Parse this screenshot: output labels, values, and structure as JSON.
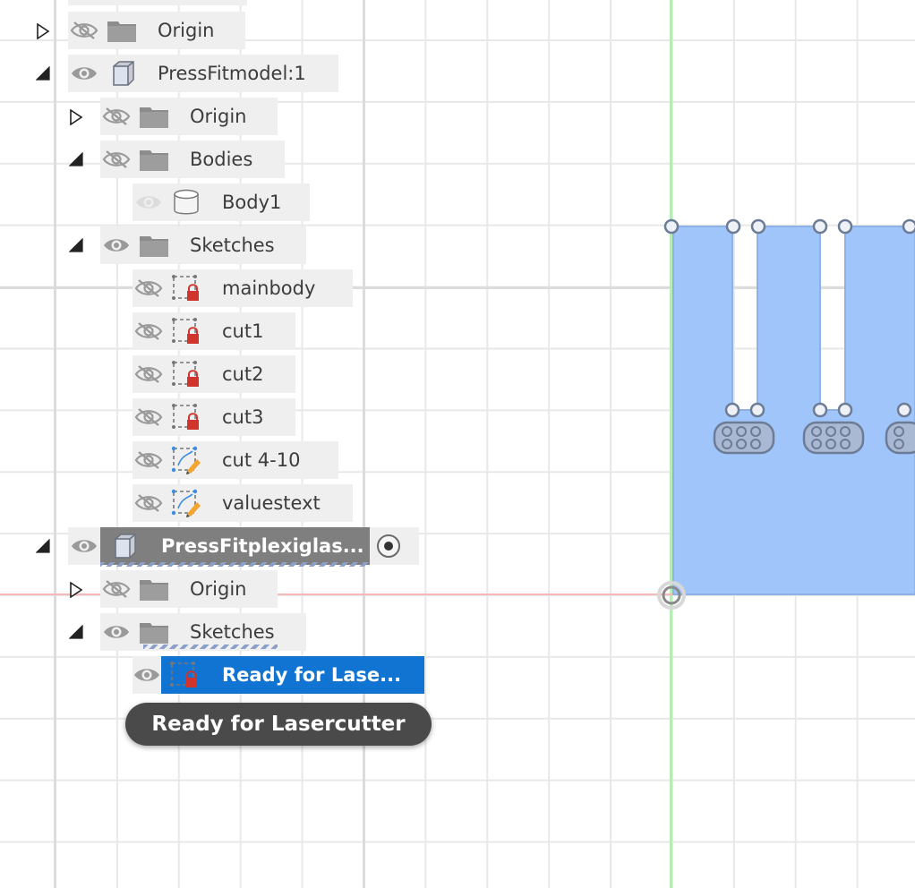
{
  "tree": {
    "items": [
      {
        "label": "Origin",
        "icon": "folder-icon",
        "eye": "eye-hidden-icon",
        "arrow": "expand-arrow-icon"
      },
      {
        "label": "PressFitmodel:1",
        "icon": "component-icon",
        "eye": "eye-visible-icon",
        "arrow": "collapse-arrow-icon"
      },
      {
        "label": "Origin",
        "icon": "folder-icon",
        "eye": "eye-hidden-icon",
        "arrow": "expand-arrow-icon"
      },
      {
        "label": "Bodies",
        "icon": "folder-icon",
        "eye": "eye-hidden-icon",
        "arrow": "collapse-arrow-icon"
      },
      {
        "label": "Body1",
        "icon": "body-icon",
        "eye": "eye-disabled-icon"
      },
      {
        "label": "Sketches",
        "icon": "folder-icon",
        "eye": "eye-visible-icon",
        "arrow": "collapse-arrow-icon"
      },
      {
        "label": "mainbody",
        "icon": "sketch-locked-icon",
        "eye": "eye-hidden-icon"
      },
      {
        "label": "cut1",
        "icon": "sketch-locked-icon",
        "eye": "eye-hidden-icon"
      },
      {
        "label": "cut2",
        "icon": "sketch-locked-icon",
        "eye": "eye-hidden-icon"
      },
      {
        "label": "cut3",
        "icon": "sketch-locked-icon",
        "eye": "eye-hidden-icon"
      },
      {
        "label": "cut 4-10",
        "icon": "sketch-edit-icon",
        "eye": "eye-hidden-icon"
      },
      {
        "label": "valuestext",
        "icon": "sketch-edit-icon",
        "eye": "eye-hidden-icon"
      },
      {
        "label": "PressFitplexiglas...",
        "icon": "component-icon",
        "eye": "eye-visible-icon",
        "arrow": "collapse-arrow-icon"
      },
      {
        "label": "Origin",
        "icon": "folder-icon",
        "eye": "eye-hidden-icon",
        "arrow": "expand-arrow-icon"
      },
      {
        "label": "Sketches",
        "icon": "folder-icon",
        "eye": "eye-visible-icon",
        "arrow": "collapse-arrow-icon"
      },
      {
        "label": "Ready for Lase...",
        "icon": "sketch-locked-icon",
        "eye": "eye-visible-icon"
      }
    ]
  },
  "tooltip": {
    "text": "Ready for Lasercutter"
  },
  "colors": {
    "selection": "#1174d2",
    "sketch_fill": "#9fc5fb",
    "x_axis": "#f6b9b9",
    "y_axis": "#b6ecb6"
  }
}
